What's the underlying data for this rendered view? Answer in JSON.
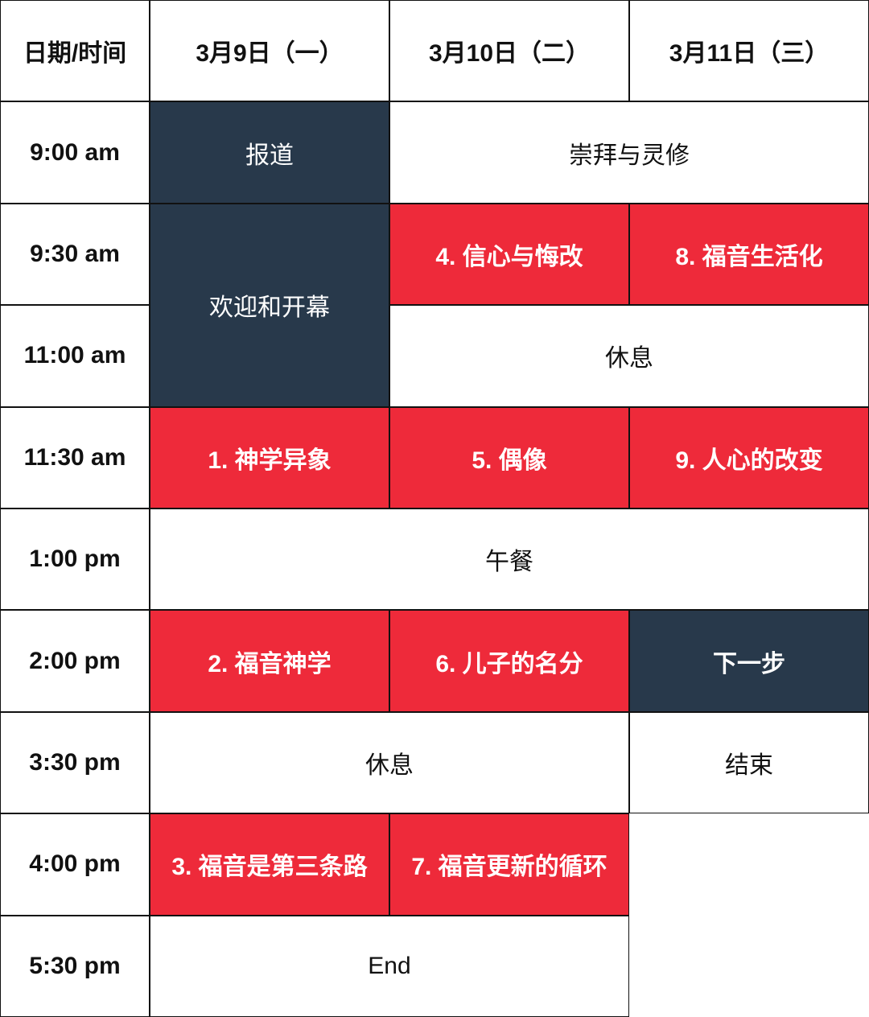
{
  "header": {
    "date_time": "日期/时间",
    "day1": "3月9日（一）",
    "day2": "3月10日（二）",
    "day3": "3月11日（三）"
  },
  "times": [
    "9:00 am",
    "9:30 am",
    "11:00 am",
    "11:30 am",
    "1:00 pm",
    "2:00 pm",
    "3:30 pm",
    "4:00 pm",
    "5:30 pm"
  ],
  "sessions": {
    "registration": "报道",
    "worship": "崇拜与灵修",
    "welcome_opening": "欢迎和开幕",
    "s4": "4. 信心与悔改",
    "s8": "8. 福音生活化",
    "break_morning": "休息",
    "s1": "1. 神学异象",
    "s5": "5. 偶像",
    "s9": "9. 人心的改变",
    "lunch": "午餐",
    "s2": "2. 福音神学",
    "s6": "6. 儿子的名分",
    "next_step": "下一步",
    "break_afternoon": "休息",
    "closing": "结束",
    "s3": "3. 福音是第三条路",
    "s7": "7. 福音更新的循环",
    "end": "End"
  },
  "colors": {
    "navy": "#28394b",
    "red": "#ee2a3a",
    "border": "#111111"
  }
}
